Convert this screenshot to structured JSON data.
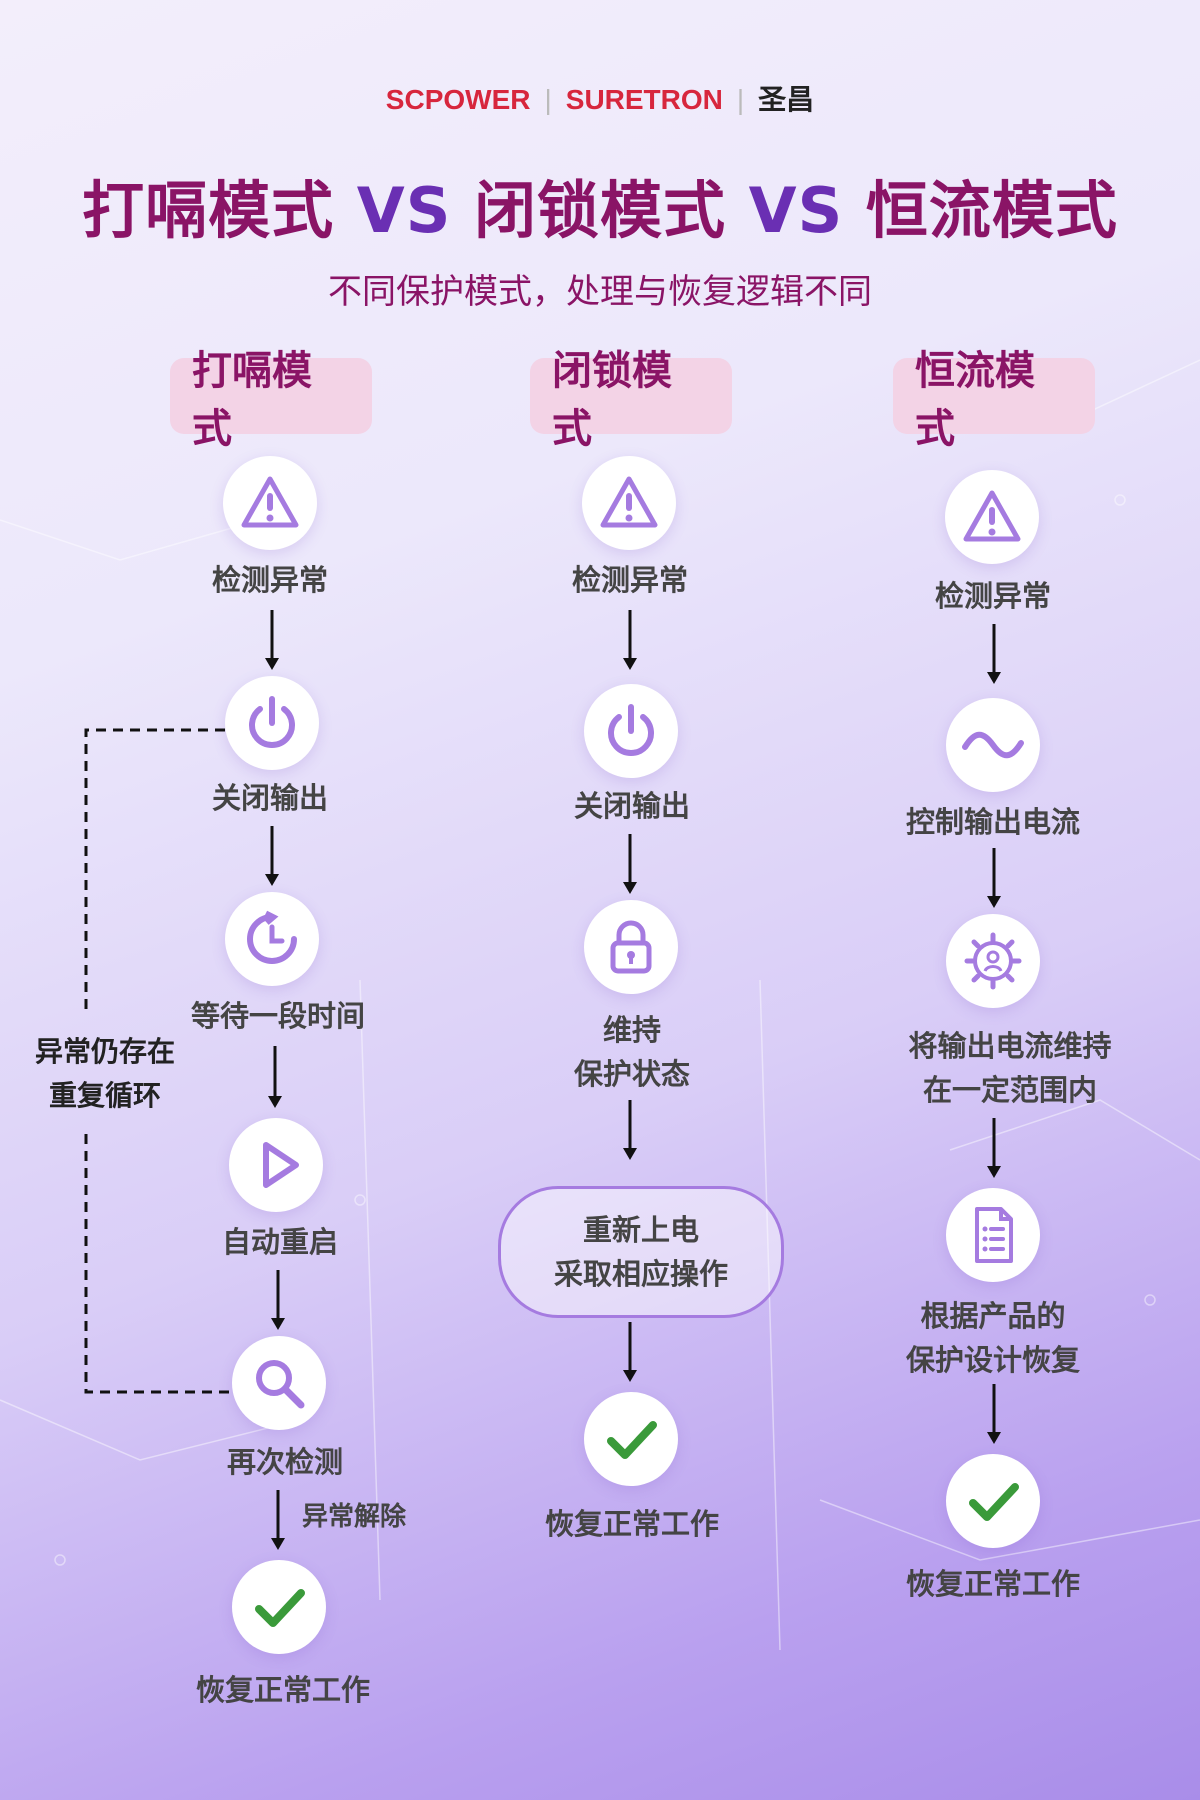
{
  "brand": {
    "b1": "SCPOWER",
    "b2": "SURETRON",
    "b3": "圣昌"
  },
  "title": {
    "part1": "打嗝模式",
    "vs1": "VS",
    "part2": "闭锁模式",
    "vs2": "VS",
    "part3": "恒流模式"
  },
  "subtitle": "不同保护模式，处理与恢复逻辑不同",
  "columns": [
    {
      "heading": "打嗝模式",
      "steps": [
        "检测异常",
        "关闭输出",
        "等待一段时间",
        "自动重启",
        "再次检测",
        "恢复正常工作"
      ],
      "loop_label_line1": "异常仍存在",
      "loop_label_line2": "重复循环",
      "resolve_label": "异常解除"
    },
    {
      "heading": "闭锁模式",
      "steps": [
        "检测异常",
        "关闭输出",
        "维持",
        "保护状态",
        "恢复正常工作"
      ],
      "reset_line1": "重新上电",
      "reset_line2": "采取相应操作"
    },
    {
      "heading": "恒流模式",
      "steps": [
        "检测异常",
        "控制输出电流",
        "将输出电流维持",
        "在一定范围内",
        "根据产品的",
        "保护设计恢复",
        "恢复正常工作"
      ]
    }
  ],
  "colors": {
    "accent": "#a57be0",
    "heading": "#8a1466",
    "check": "#3a9a3a"
  }
}
